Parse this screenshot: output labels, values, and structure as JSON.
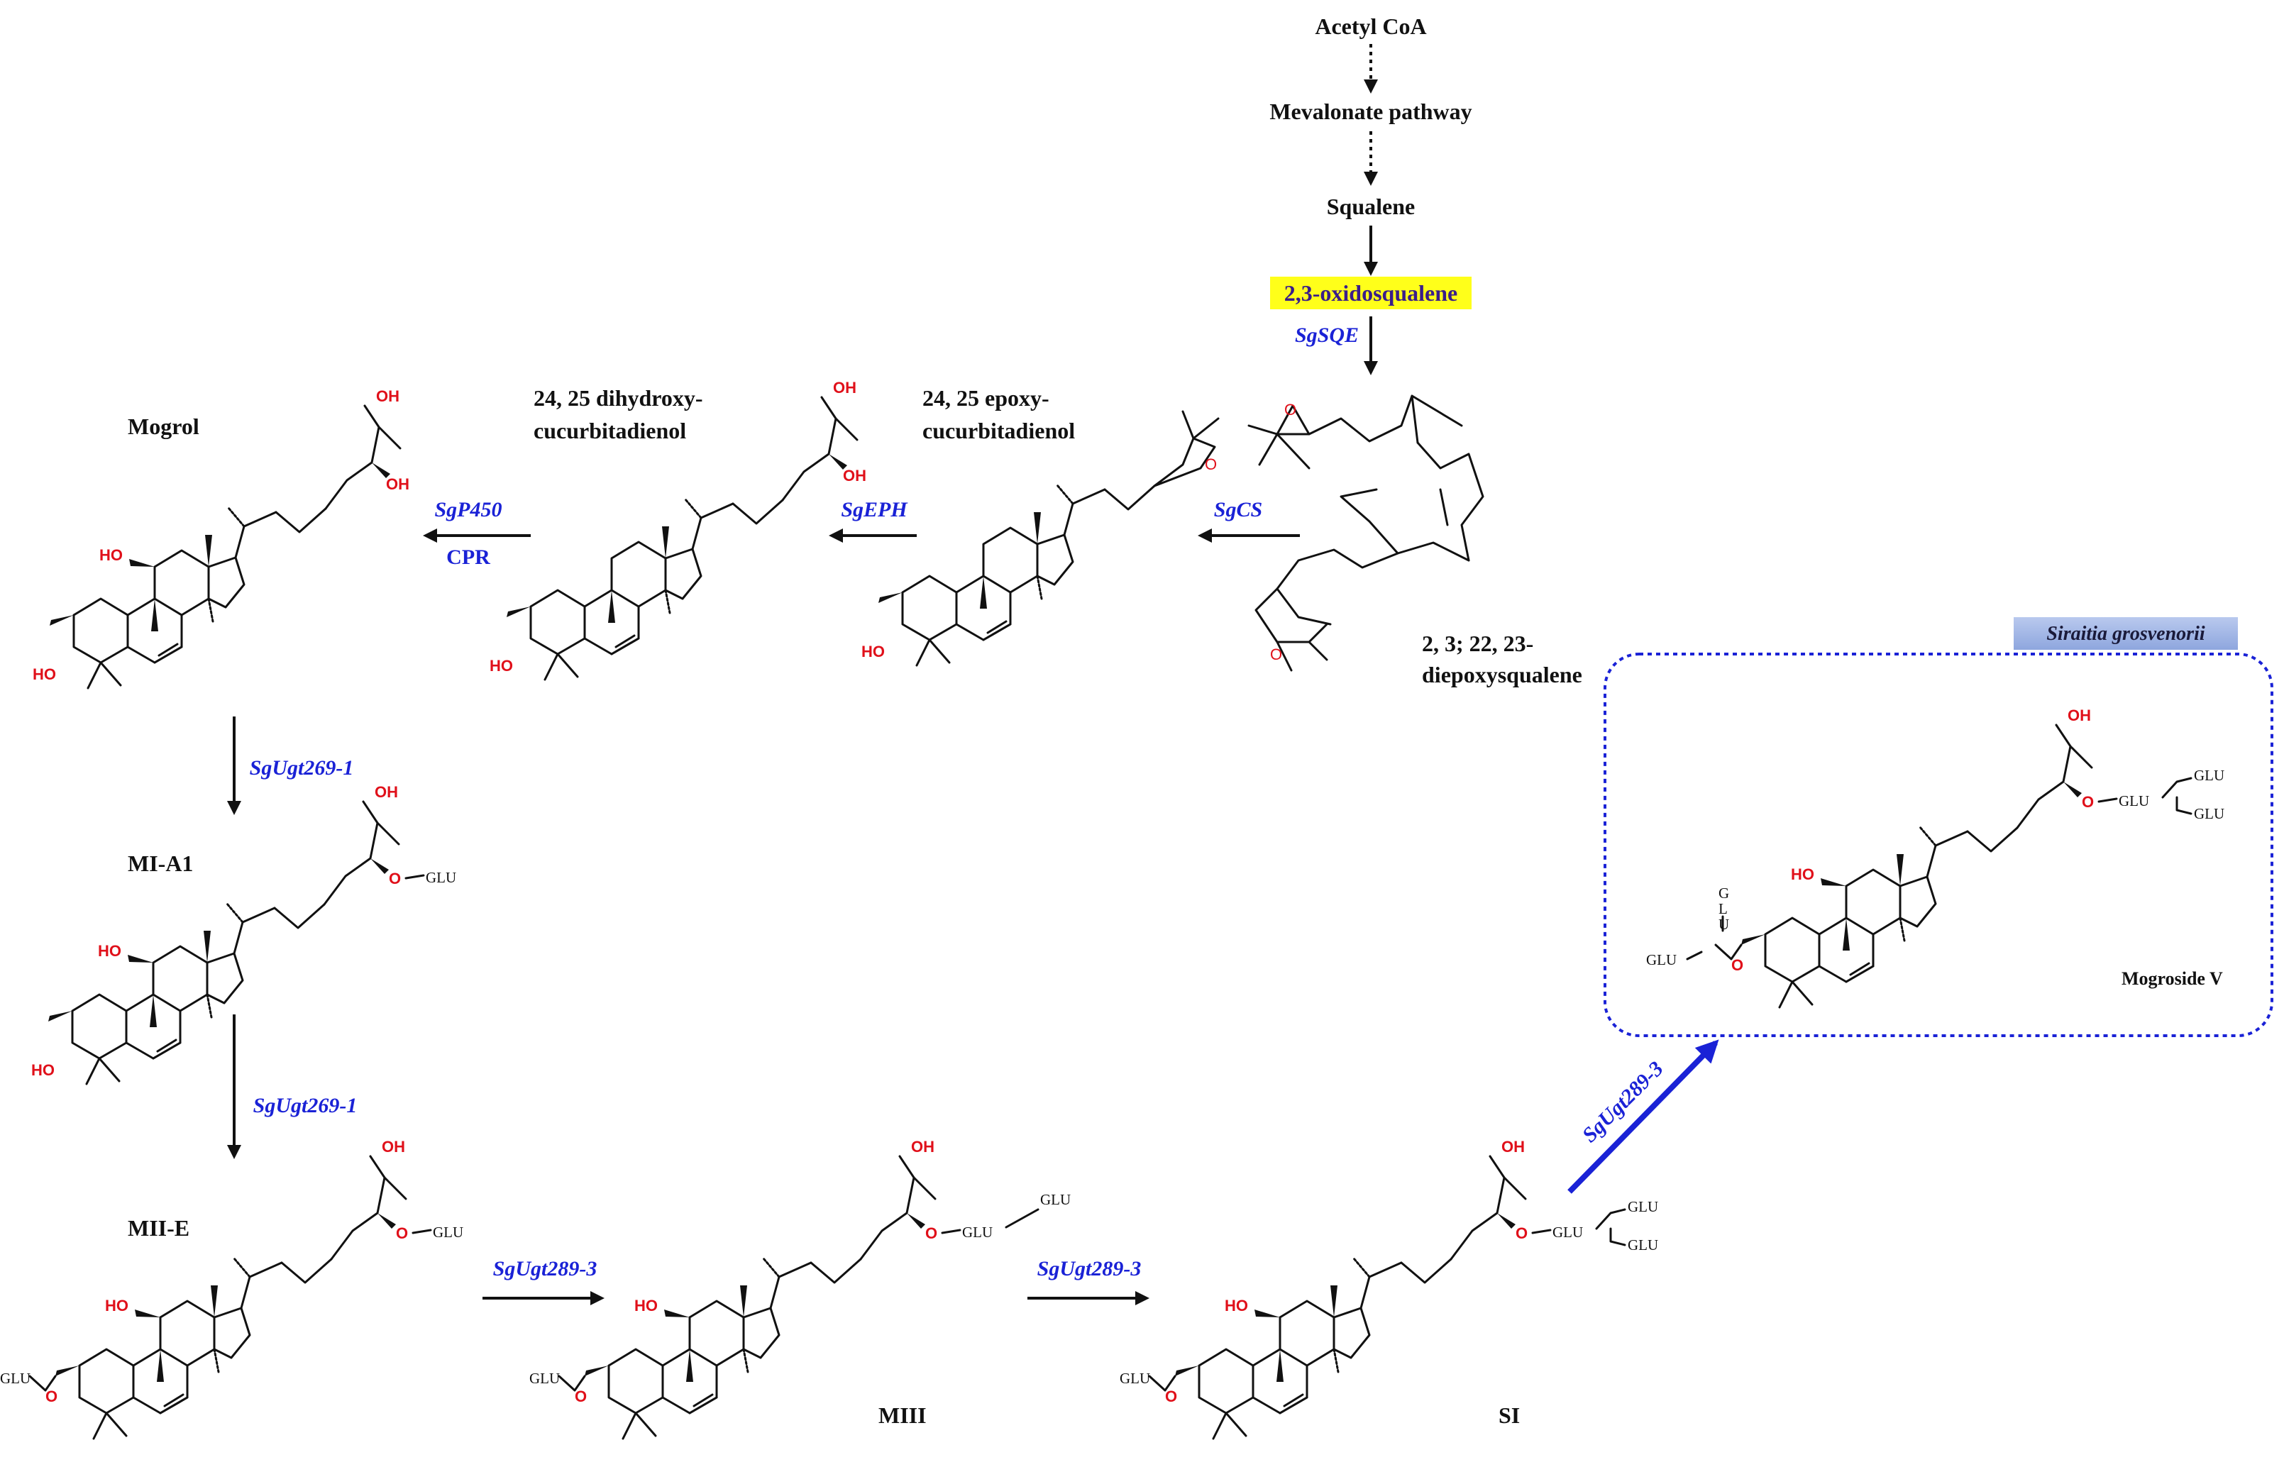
{
  "precursors": {
    "acetyl_coa": "Acetyl CoA",
    "mevalonate": "Mevalonate pathway",
    "squalene": "Squalene",
    "oxidosqualene": "2,3-oxidosqualene",
    "diepoxysqualene_line1": "2, 3; 22, 23-",
    "diepoxysqualene_line2": "diepoxysqualene"
  },
  "enzymes": {
    "sqe": "SgSQE",
    "cs": "SgCS",
    "eph": "SgEPH",
    "p450": "SgP450",
    "cpr": "CPR",
    "ugt269_a": "SgUgt269-1",
    "ugt269_b": "SgUgt269-1",
    "ugt289_a": "SgUgt289-3",
    "ugt289_b": "SgUgt289-3",
    "ugt289_c": "SgUgt289-3"
  },
  "compounds": {
    "epoxy_line1": "24, 25 epoxy-",
    "epoxy_line2": "cucurbitadienol",
    "dihydroxy_line1": "24, 25 dihydroxy-",
    "dihydroxy_line2": "cucurbitadienol",
    "mogrol": "Mogrol",
    "mia1": "MI-A1",
    "miie": "MII-E",
    "miii": "MIII",
    "si": "SI",
    "mogroside_v": "Mogroside V"
  },
  "species_label": "Siraitia grosvenorii",
  "atoms": {
    "oh": "OH",
    "ho": "HO",
    "o": "O",
    "glu": "GLU",
    "g": "G",
    "l": "L",
    "u": "U"
  },
  "colors": {
    "enzyme": "#1a22d6",
    "hydroxyl": "#e0101a",
    "highlight": "#ffff1a",
    "box_border": "#1a22d6"
  }
}
